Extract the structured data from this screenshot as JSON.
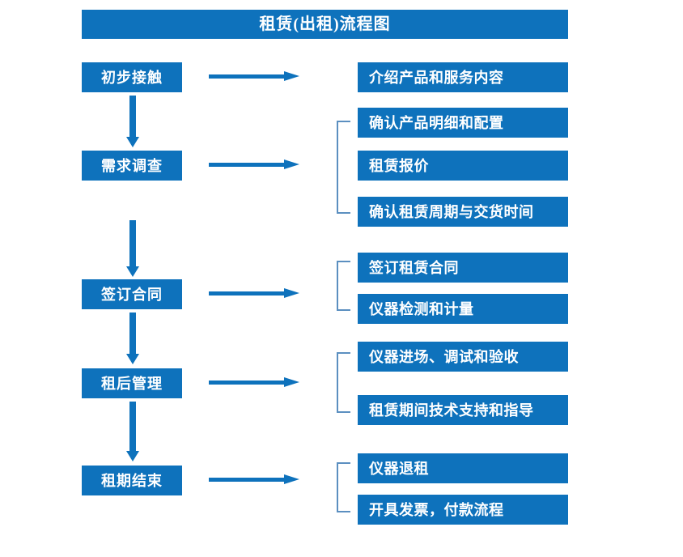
{
  "chart_data": {
    "type": "diagram",
    "title": "租赁(出租)流程图",
    "orientation": "vertical-flow-with-branches",
    "stages": [
      {
        "label": "初步接触",
        "details": [
          "介绍产品和服务内容"
        ],
        "grouped": false
      },
      {
        "label": "需求调查",
        "details": [
          "确认产品明细和配置",
          "租赁报价",
          "确认租赁周期与交货时间"
        ],
        "grouped": true
      },
      {
        "label": "签订合同",
        "details": [
          "签订租赁合同",
          "仪器检测和计量"
        ],
        "grouped": true
      },
      {
        "label": "租后管理",
        "details": [
          "仪器进场、调试和验收",
          "租赁期间技术支持和指导"
        ],
        "grouped": true
      },
      {
        "label": "租期结束",
        "details": [
          "仪器退租",
          "开具发票，付款流程"
        ],
        "grouped": true
      }
    ]
  },
  "header": {
    "title": "租赁(出租)流程图"
  },
  "flow": {
    "stages": [
      {
        "label": "初步接触"
      },
      {
        "label": "需求调查"
      },
      {
        "label": "签订合同"
      },
      {
        "label": "租后管理"
      },
      {
        "label": "租期结束"
      }
    ],
    "details": [
      {
        "label": "介绍产品和服务内容"
      },
      {
        "label": "确认产品明细和配置"
      },
      {
        "label": "租赁报价"
      },
      {
        "label": "确认租赁周期与交货时间"
      },
      {
        "label": "签订租赁合同"
      },
      {
        "label": "仪器检测和计量"
      },
      {
        "label": "仪器进场、调试和验收"
      },
      {
        "label": "租赁期间技术支持和指导"
      },
      {
        "label": "仪器退租"
      },
      {
        "label": "开具发票，付款流程"
      }
    ]
  },
  "colors": {
    "box_fill": "#0E72BC",
    "box_text": "#FFFFFF",
    "arrow": "#0E72BC",
    "bracket": "#5B8FC0",
    "background": "#FFFFFF"
  }
}
